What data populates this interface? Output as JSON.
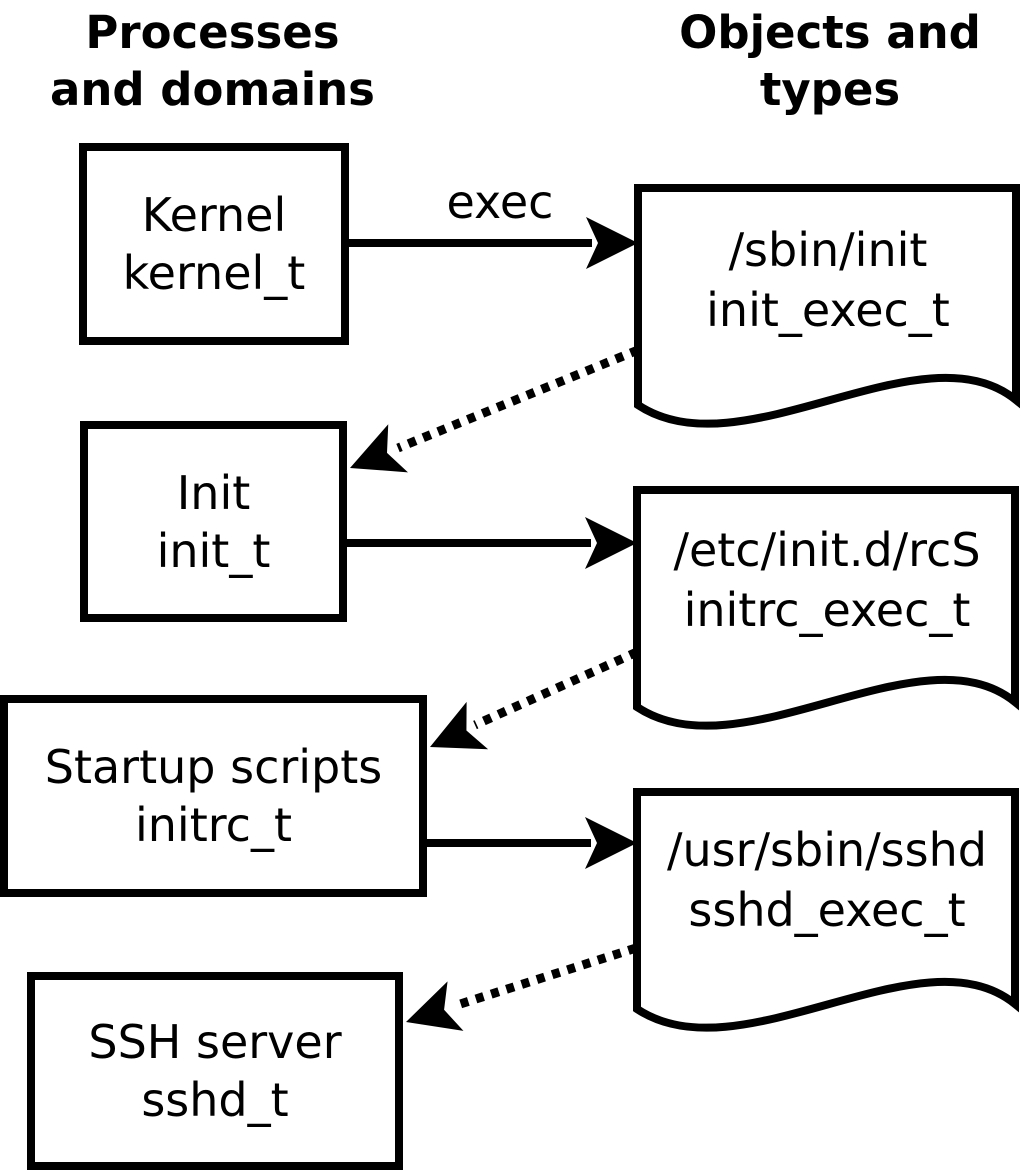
{
  "headers": {
    "left_line1": "Processes",
    "left_line2": "and domains",
    "right_line1": "Objects and",
    "right_line2": "types"
  },
  "nodes": {
    "kernel": {
      "line1": "Kernel",
      "line2": "kernel_t"
    },
    "init": {
      "line1": "Init",
      "line2": "init_t"
    },
    "initrc": {
      "line1": "Startup scripts",
      "line2": "initrc_t"
    },
    "sshd": {
      "line1": "SSH server",
      "line2": "sshd_t"
    },
    "init_exec": {
      "line1": "/sbin/init",
      "line2": "init_exec_t"
    },
    "initrc_exec": {
      "line1": "/etc/init.d/rcS",
      "line2": "initrc_exec_t"
    },
    "sshd_exec": {
      "line1": "/usr/sbin/sshd",
      "line2": "sshd_exec_t"
    }
  },
  "edges": [
    {
      "from": "kernel_t",
      "to": "init_exec_t",
      "style": "solid",
      "label": "exec"
    },
    {
      "from": "init_exec_t",
      "to": "init_t",
      "style": "dotted",
      "label": ""
    },
    {
      "from": "init_t",
      "to": "initrc_exec_t",
      "style": "solid",
      "label": ""
    },
    {
      "from": "initrc_exec_t",
      "to": "initrc_t",
      "style": "dotted",
      "label": ""
    },
    {
      "from": "initrc_t",
      "to": "sshd_exec_t",
      "style": "solid",
      "label": ""
    },
    {
      "from": "sshd_exec_t",
      "to": "sshd_t",
      "style": "dotted",
      "label": ""
    }
  ],
  "colors": {
    "ink": "#000000",
    "paper": "#ffffff"
  }
}
